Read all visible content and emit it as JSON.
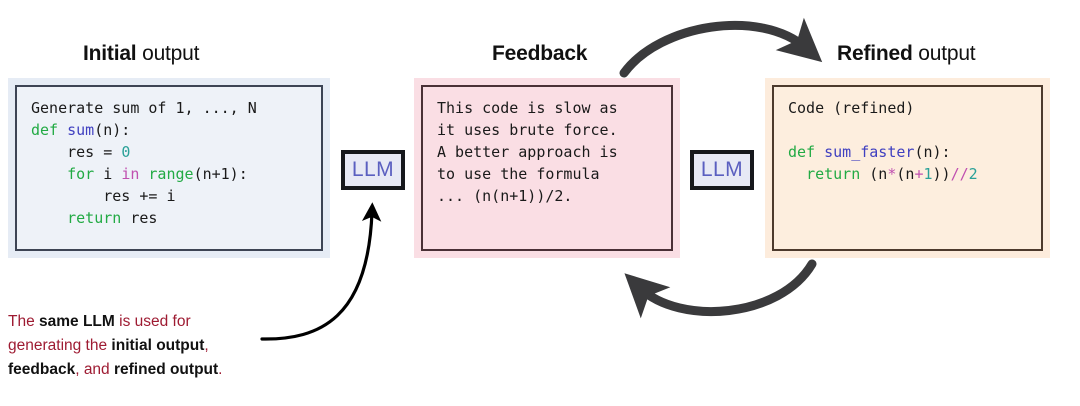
{
  "figure": {
    "title_initial_bold": "Initial",
    "title_initial_rest": " output",
    "title_feedback": "Feedback",
    "title_refined_bold": "Refined",
    "title_refined_rest": " output"
  },
  "panels": {
    "initial": {
      "header_bold": "Initial",
      "header_rest": " output",
      "bg": "#e6ecf5",
      "border": "#3d4454",
      "lines": [
        "Generate sum of 1, ..., N",
        "def sum(n):",
        "    res = 0",
        "    for i in range(n+1):",
        "        res += i",
        "    return res"
      ]
    },
    "feedback": {
      "header": "Feedback",
      "bg": "#fadee4",
      "border": "#4a3036",
      "lines": [
        "This code is slow as",
        "it uses brute force.",
        "A better approach is",
        "to use the formula",
        "... (n(n+1))/2."
      ]
    },
    "refined": {
      "header_bold": "Refined",
      "header_rest": " output",
      "bg": "#fdecdc",
      "border": "#4d3a2c",
      "lines": [
        "Code (refined)",
        "",
        "def sum_faster(n):",
        "  return (n*(n+1))//2"
      ]
    }
  },
  "llm_chips": [
    {
      "label": "LLM",
      "name": "llm-chip-feedback"
    },
    {
      "label": "LLM",
      "name": "llm-chip-refine"
    }
  ],
  "caption": {
    "seg1": "The ",
    "seg2_bold": "same LLM",
    "seg3": " is used for generating the ",
    "seg4_bold": "initial output",
    "seg5": ", ",
    "seg6_bold": "feedback",
    "seg7": ", and ",
    "seg8_bold": "refined output",
    "seg9": ".",
    "text_color": "#9e1b32",
    "bold_color": "#111111"
  },
  "arrows": {
    "top_label": "feedback-to-refined-arrow",
    "bottom_label": "refined-to-feedback-arrow",
    "caption_label": "caption-pointer-arrow",
    "small_up_label": "initial-to-llm-arrow",
    "color": "#3a3a3c"
  }
}
